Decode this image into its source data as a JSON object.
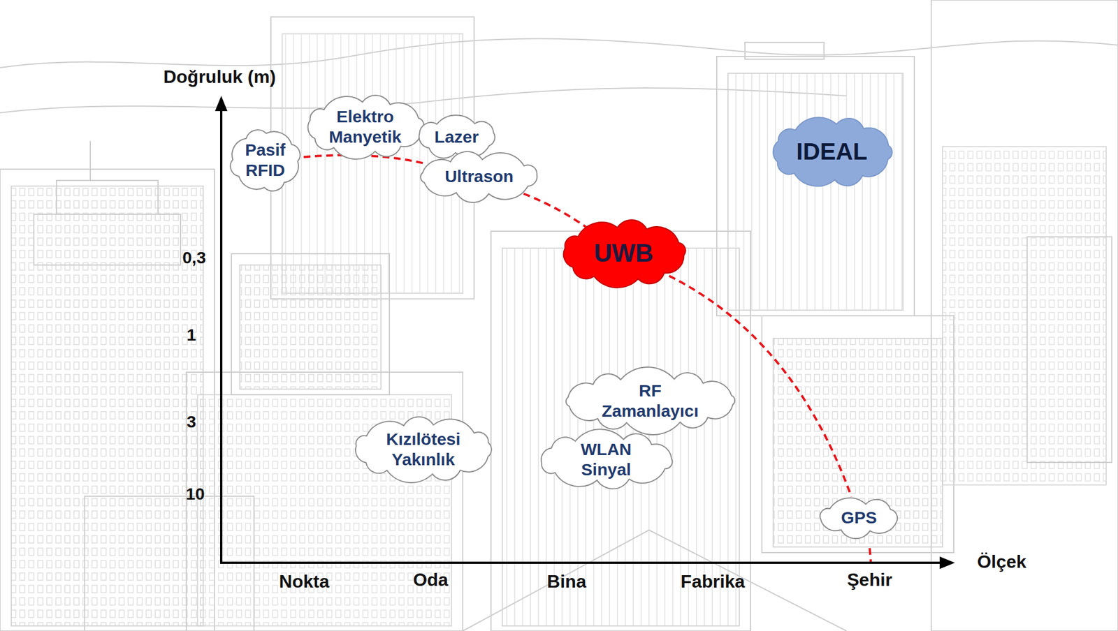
{
  "diagram": {
    "nodes": [
      {
        "text": [
          "Elektro Manyetik"
        ]
      },
      {
        "text": [
          "Lazer"
        ]
      },
      {
        "text": [
          "Pasif RFID"
        ]
      },
      {
        "text": [
          "IDEAL"
        ]
      },
      {
        "text": [
          "Ultrason"
        ]
      },
      {
        "text": [
          "UWB"
        ]
      },
      {
        "text": [
          "RF Zamanlayıcı"
        ]
      },
      {
        "text": [
          "Kızılötesi Yakınlık"
        ]
      },
      {
        "text": [
          "WLAN Sinyal"
        ]
      },
      {
        "text": [
          "GPS"
        ]
      }
    ],
    "edges": [
      {
        "from": 2,
        "to": 4,
        "arrow": "none"
      },
      {
        "from": 4,
        "to": 5,
        "arrow": "none"
      },
      {
        "from": 5,
        "to": 9,
        "arrow": "none"
      }
    ],
    "labels": [
      "Doğruluk (m)",
      "0,3",
      "1",
      "3",
      "10",
      "Ölçek",
      "Nokta",
      "Oda",
      "Bina",
      "Fabrika",
      "Şehir"
    ]
  }
}
